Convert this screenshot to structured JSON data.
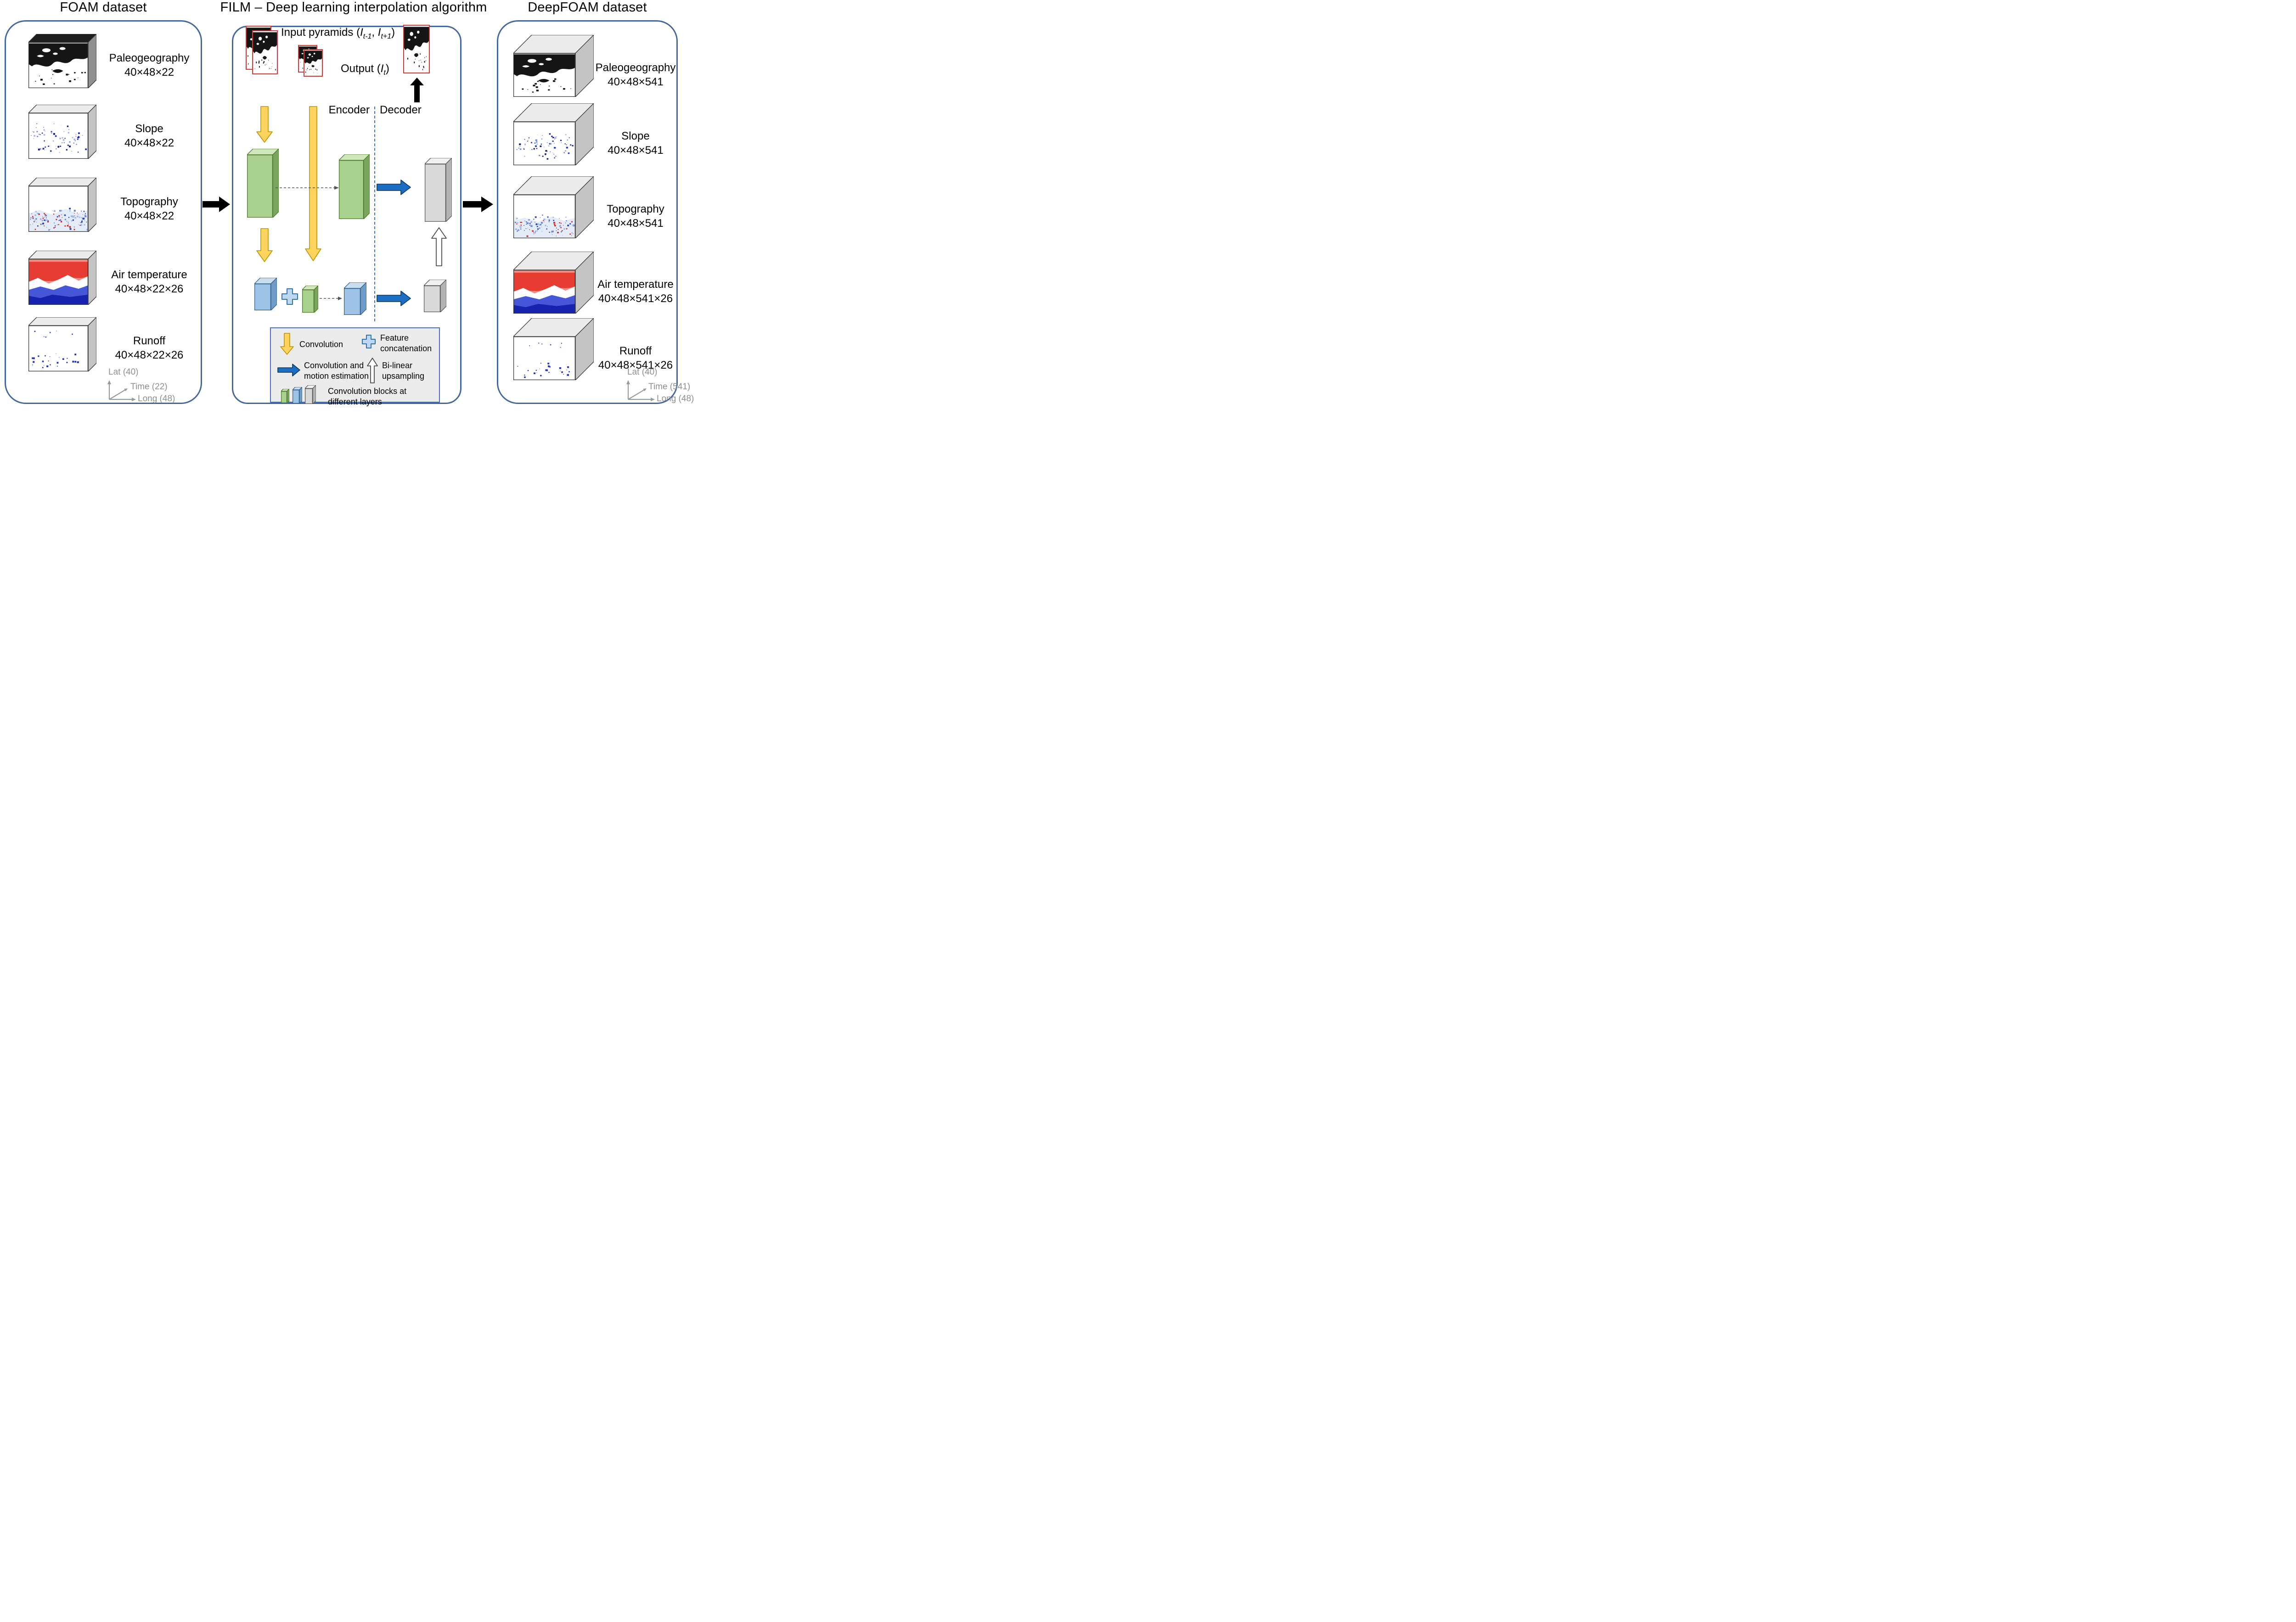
{
  "colors": {
    "panel_border": "#44679e",
    "divider_blue": "#4472c4",
    "yellow": "#ffd45e",
    "yellow_border": "#bf9000",
    "blue_arrow": "#1b6ec2",
    "blue_arrow_border": "#12344f",
    "plus_fill": "#bdd7ee",
    "plus_border": "#2e75b6",
    "frame_red": "#d93636",
    "legend_bg": "#ececec",
    "block_green": "#a9d18e",
    "block_blue": "#9dc3e6",
    "block_gray": "#d9d9d9"
  },
  "foam": {
    "title": "FOAM dataset",
    "items": [
      {
        "name": "Paleogeography",
        "dims": "40×48×22",
        "texture": "paleo"
      },
      {
        "name": "Slope",
        "dims": "40×48×22",
        "texture": "slope"
      },
      {
        "name": "Topography",
        "dims": "40×48×22",
        "texture": "topo"
      },
      {
        "name": "Air temperature",
        "dims": "40×48×22×26",
        "texture": "airtemp"
      },
      {
        "name": "Runoff",
        "dims": "40×48×22×26",
        "texture": "runoff"
      }
    ],
    "axes": {
      "lat": "Lat (40)",
      "time": "Time (22)",
      "long": "Long (48)"
    }
  },
  "film": {
    "title": "FILM – Deep learning interpolation algorithm",
    "input_label": {
      "prefix": "Input pyramids (",
      "v1": "I",
      "s1": "t-1",
      "sep": ", ",
      "v2": "I",
      "s2": "t+1",
      "suffix": ")"
    },
    "output_label": {
      "prefix": "Output (",
      "v": "I",
      "s": "t",
      "suffix": ")"
    },
    "encoder": "Encoder",
    "decoder": "Decoder",
    "legend": [
      {
        "icon": "convolution-arrow",
        "lines": [
          "Convolution"
        ]
      },
      {
        "icon": "feature-concatenation-plus",
        "lines": [
          "Feature",
          "concatenation"
        ]
      },
      {
        "icon": "motion-estimation-arrow",
        "lines": [
          "Convolution and",
          "motion estimation"
        ]
      },
      {
        "icon": "bilinear-upsampling-arrow",
        "lines": [
          "Bi-linear",
          "upsampling"
        ]
      },
      {
        "icon": "convolution-blocks",
        "lines": [
          "Convolution blocks at",
          "different layers"
        ]
      }
    ]
  },
  "deepfoam": {
    "title": "DeepFOAM dataset",
    "items": [
      {
        "name": "Paleogeography",
        "dims": "40×48×541",
        "texture": "paleo"
      },
      {
        "name": "Slope",
        "dims": "40×48×541",
        "texture": "slope"
      },
      {
        "name": "Topography",
        "dims": "40×48×541",
        "texture": "topo"
      },
      {
        "name": "Air temperature",
        "dims": "40×48×541×26",
        "texture": "airtemp"
      },
      {
        "name": "Runoff",
        "dims": "40×48×541×26",
        "texture": "runoff"
      }
    ],
    "axes": {
      "lat": "Lat (40)",
      "time": "Time (541)",
      "long": "Long (48)"
    }
  }
}
